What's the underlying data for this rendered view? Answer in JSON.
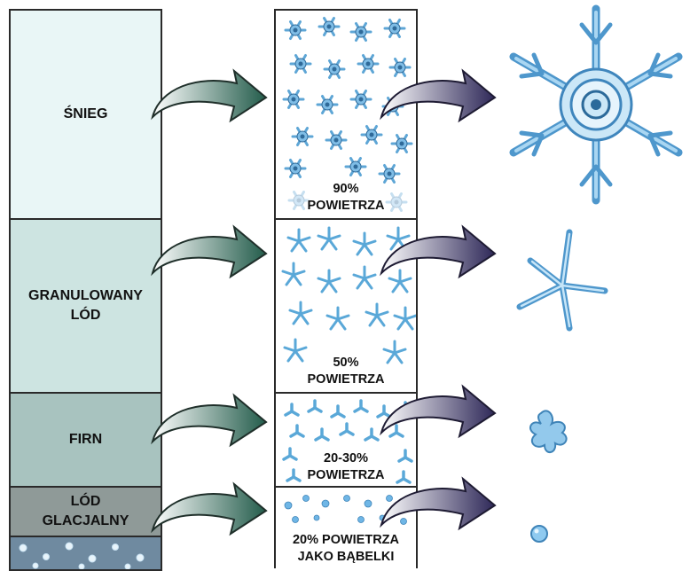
{
  "layers": [
    {
      "label": "ŚNIEG",
      "color": "#e9f6f6"
    },
    {
      "label": "GRANULOWANY LÓD",
      "color": "#cde4e1"
    },
    {
      "label": "FIRN",
      "color": "#a8c3bf"
    },
    {
      "label": "LÓD GLACJALNY",
      "color": "#8f9a98"
    }
  ],
  "air": [
    {
      "line1": "90%",
      "line2": "POWIETRZA"
    },
    {
      "line1": "50%",
      "line2": "POWIETRZA"
    },
    {
      "line1": "20-30%",
      "line2": "POWIETRZA"
    },
    {
      "line1": "20% POWIETRZA",
      "line2": "JAKO BĄBELKI"
    }
  ],
  "colors": {
    "arrow_green": "#2d6b58",
    "arrow_purple": "#3d3566",
    "crystal": "#6bb0dd",
    "crystal_dark": "#3c78a8",
    "bubble_bg": "#6f8aa0"
  }
}
